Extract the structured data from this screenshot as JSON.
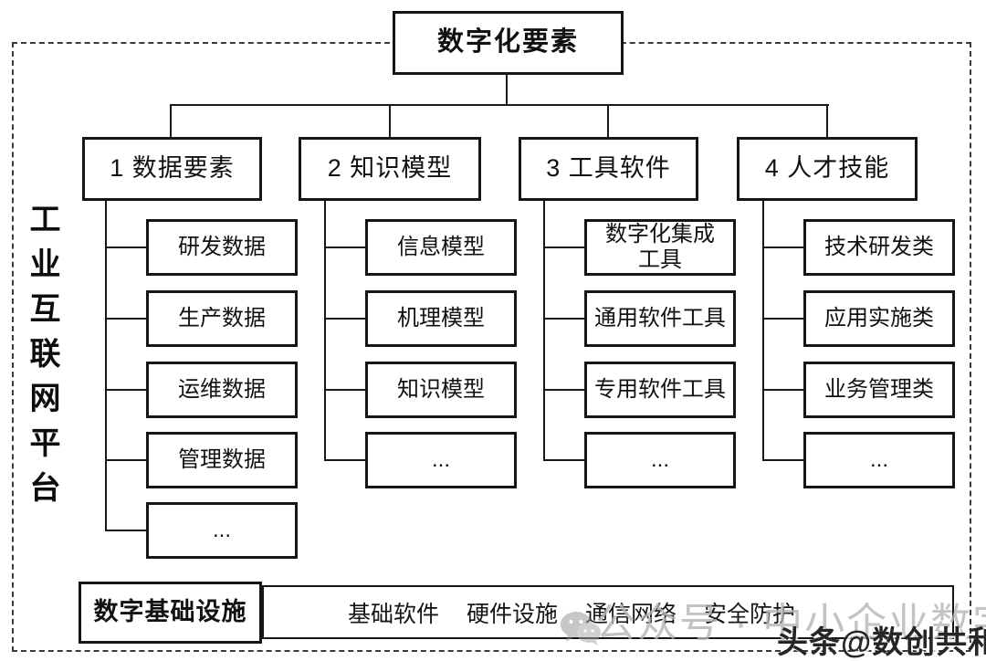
{
  "root": {
    "label": "数字化要素"
  },
  "platform_label": "工业互联网平台",
  "branches": [
    {
      "label": "1 数据要素",
      "children": [
        "研发数据",
        "生产数据",
        "运维数据",
        "管理数据",
        "..."
      ]
    },
    {
      "label": "2 知识模型",
      "children": [
        "信息模型",
        "机理模型",
        "知识模型",
        "..."
      ]
    },
    {
      "label": "3 工具软件",
      "children": [
        "数字化集成\n工具",
        "通用软件工具",
        "专用软件工具",
        "..."
      ]
    },
    {
      "label": "4 人才技能",
      "children": [
        "技术研发类",
        "应用实施类",
        "业务管理类",
        "..."
      ]
    }
  ],
  "infrastructure": {
    "label": "数字基础设施",
    "items": [
      "基础软件",
      "硬件设施",
      "通信网络",
      "安全防护"
    ]
  },
  "watermarks": {
    "social": "公众号 · 中小企业数字化转型",
    "byline": "头条@数创共和",
    "icon": "wechat-icon"
  },
  "colors": {
    "line": "#1a1a1a",
    "background": "#ffffff",
    "watermark_gray": "#b5b5b5",
    "watermark_dark": "#262626"
  }
}
